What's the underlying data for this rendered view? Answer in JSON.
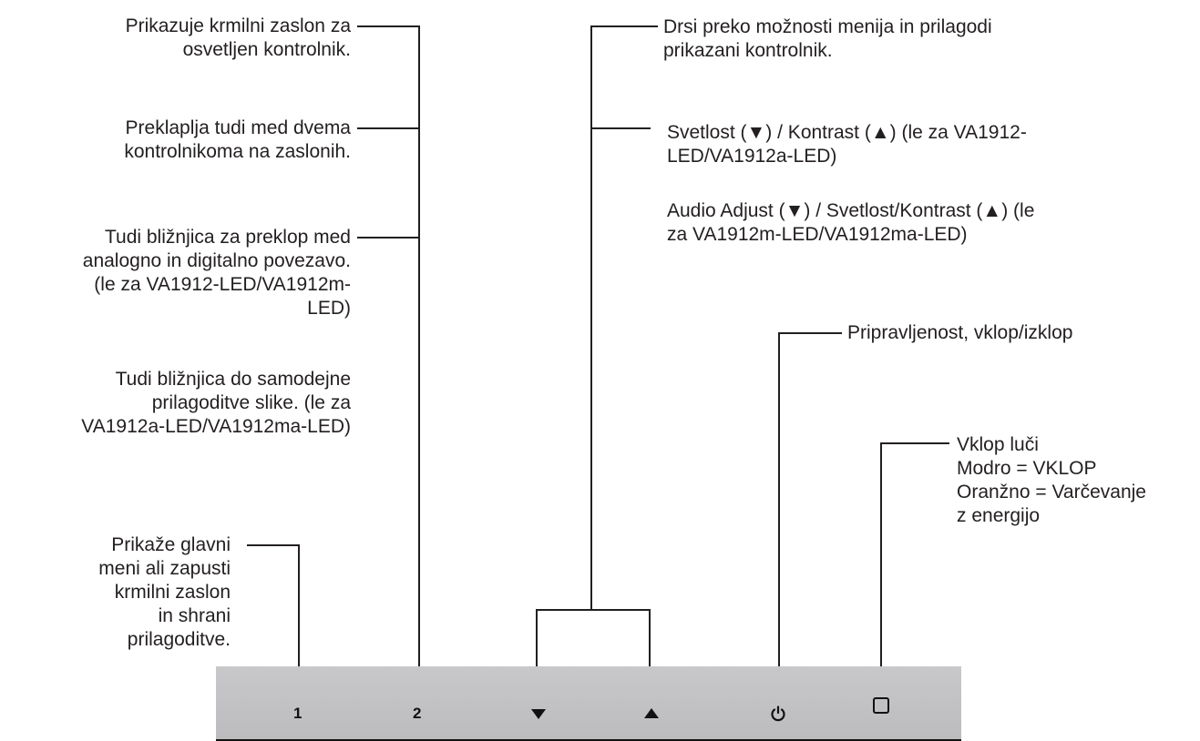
{
  "left_callouts": {
    "c1": [
      "Prikazuje krmilni zaslon za",
      "osvetljen kontrolnik."
    ],
    "c2": [
      "Preklaplja tudi med dvema",
      "kontrolnikoma na zaslonih."
    ],
    "c3": [
      "Tudi bližnjica za preklop med",
      "analogno in digitalno povezavo.",
      "(le za VA1912-LED/VA1912m-",
      "LED)"
    ],
    "c4": [
      "Tudi bližnjica do samodejne",
      "prilagoditve slike. (le za",
      "VA1912a-LED/VA1912ma-LED)"
    ],
    "c5": [
      "Prikaže glavni",
      "meni ali zapusti",
      "krmilni zaslon",
      "in shrani",
      "prilagoditve."
    ]
  },
  "right_callouts": {
    "r1": [
      "Drsi preko možnosti menija in prilagodi",
      "prikazani kontrolnik."
    ],
    "r2": [
      "Svetlost (▼) / Kontrast (▲) (le za VA1912-",
      "LED/VA1912a-LED)"
    ],
    "r3": [
      "Audio Adjust (▼) / Svetlost/Kontrast (▲) (le",
      "za VA1912m-LED/VA1912ma-LED)"
    ],
    "r4": [
      "Pripravljenost, vklop/izklop"
    ],
    "r5": [
      "Vklop luči",
      "Modro = VKLOP",
      "Oranžno = Varčevanje",
      "z energijo"
    ]
  },
  "panel": {
    "btn1": "1",
    "btn2": "2",
    "down_icon": "triangle-down",
    "up_icon": "triangle-up",
    "power_icon": "power-symbol",
    "light_icon": "rounded-square"
  }
}
